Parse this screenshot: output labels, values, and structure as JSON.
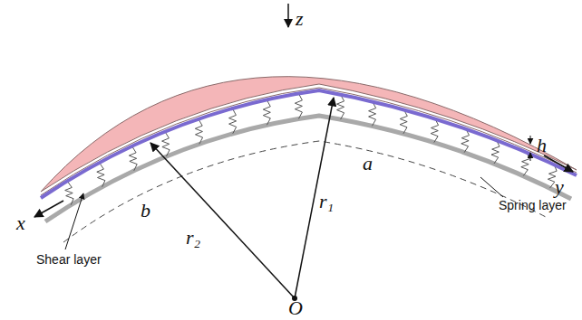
{
  "diagram": {
    "labels": [
      "z",
      "h",
      "x",
      "y",
      "a",
      "b",
      "Spring layer",
      "Shear layer",
      "r₂",
      "r₁",
      "O"
    ]
  }
}
